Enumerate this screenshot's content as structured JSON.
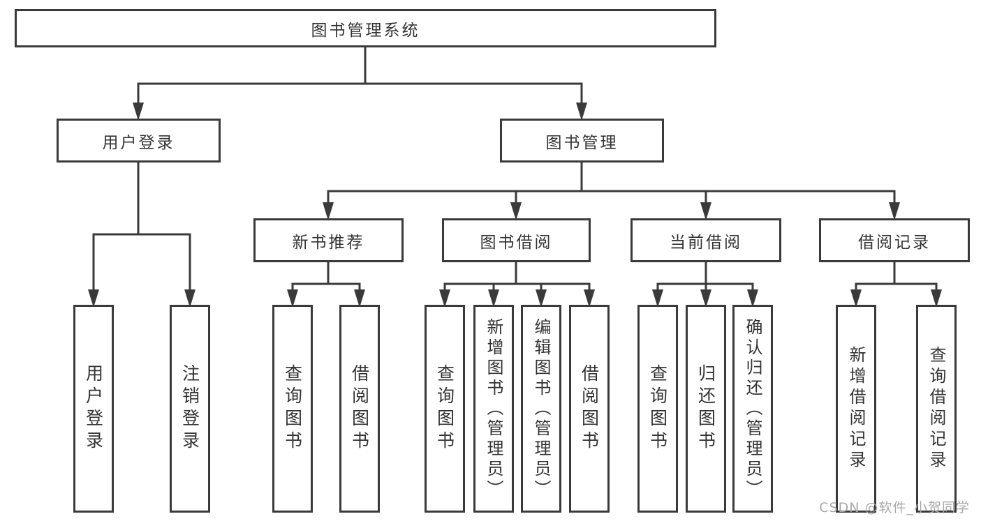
{
  "diagram": {
    "root": {
      "label": "图书管理系统"
    },
    "branches": [
      {
        "label": "用户登录"
      },
      {
        "label": "图书管理"
      }
    ],
    "modules": [
      {
        "label": "新书推荐",
        "parent": "图书管理"
      },
      {
        "label": "图书借阅",
        "parent": "图书管理"
      },
      {
        "label": "当前借阅",
        "parent": "图书管理"
      },
      {
        "label": "借阅记录",
        "parent": "图书管理"
      }
    ],
    "functions": [
      {
        "label": "用户登录",
        "parent": "用户登录"
      },
      {
        "label": "注销登录",
        "parent": "用户登录"
      },
      {
        "label": "查询图书",
        "parent": "新书推荐"
      },
      {
        "label": "借阅图书",
        "parent": "新书推荐"
      },
      {
        "label": "查询图书",
        "parent": "图书借阅"
      },
      {
        "label": "新增图书（管理员）",
        "parent": "图书借阅"
      },
      {
        "label": "编辑图书（管理员）",
        "parent": "图书借阅"
      },
      {
        "label": "借阅图书",
        "parent": "图书借阅"
      },
      {
        "label": "查询图书",
        "parent": "当前借阅"
      },
      {
        "label": "归还图书",
        "parent": "当前借阅"
      },
      {
        "label": "确认归还（管理员）",
        "parent": "当前借阅"
      },
      {
        "label": "新增借阅记录",
        "parent": "借阅记录"
      },
      {
        "label": "查询借阅记录",
        "parent": "借阅记录"
      }
    ]
  },
  "watermark": {
    "text": "CSDN @软件_小贺同学"
  },
  "colors": {
    "line": "#3a3a3a",
    "text": "#333333",
    "watermark": "#a8a8ac",
    "background": "#ffffff"
  }
}
